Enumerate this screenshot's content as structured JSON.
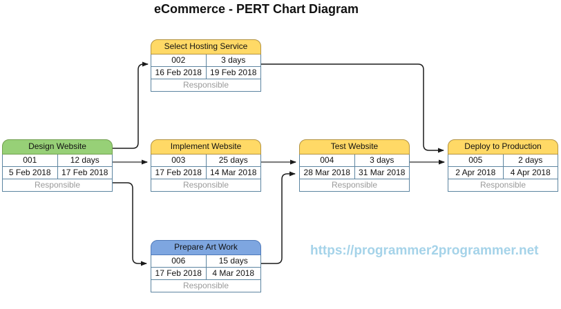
{
  "title": "eCommerce - PERT Chart Diagram",
  "watermark": "https://programmer2programmer.net",
  "colors": {
    "green_fill": "#97D077",
    "green_border": "#709E4D",
    "yellow_fill": "#FFD966",
    "yellow_border": "#B29241",
    "blue_fill": "#7EA6E0",
    "blue_border": "#4F79B9",
    "cell_border": "#5B84A0",
    "responsible_text": "#9A9A9A",
    "watermark_text": "#A5D3E9",
    "connector_black": "#1A1A1A",
    "connector_gray": "#7F7F7F"
  },
  "tasks": [
    {
      "name": "Design Website",
      "code": "001",
      "duration": "12 days",
      "start": "5 Feb 2018",
      "end": "17 Feb 2018",
      "owner": "Responsible",
      "header": "green"
    },
    {
      "name": "Select Hosting Service",
      "code": "002",
      "duration": "3 days",
      "start": "16 Feb 2018",
      "end": "19 Feb 2018",
      "owner": "Responsible",
      "header": "yellow"
    },
    {
      "name": "Implement Website",
      "code": "003",
      "duration": "25 days",
      "start": "17 Feb 2018",
      "end": "14 Mar 2018",
      "owner": "Responsible",
      "header": "yellow"
    },
    {
      "name": "Test Website",
      "code": "004",
      "duration": "3 days",
      "start": "28 Mar 2018",
      "end": "31 Mar 2018",
      "owner": "Responsible",
      "header": "yellow"
    },
    {
      "name": "Deploy to Production",
      "code": "005",
      "duration": "2 days",
      "start": "2 Apr 2018",
      "end": "4 Apr 2018",
      "owner": "Responsible",
      "header": "yellow"
    },
    {
      "name": "Prepare Art Work",
      "code": "006",
      "duration": "15 days",
      "start": "17 Feb 2018",
      "end": "4 Mar 2018",
      "owner": "Responsible",
      "header": "blue"
    }
  ],
  "edges": [
    {
      "from": "Design Website",
      "to": "Select Hosting Service"
    },
    {
      "from": "Design Website",
      "to": "Implement Website"
    },
    {
      "from": "Design Website",
      "to": "Prepare Art Work"
    },
    {
      "from": "Select Hosting Service",
      "to": "Deploy to Production"
    },
    {
      "from": "Implement Website",
      "to": "Test Website"
    },
    {
      "from": "Prepare Art Work",
      "to": "Test Website"
    },
    {
      "from": "Test Website",
      "to": "Deploy to Production"
    }
  ]
}
